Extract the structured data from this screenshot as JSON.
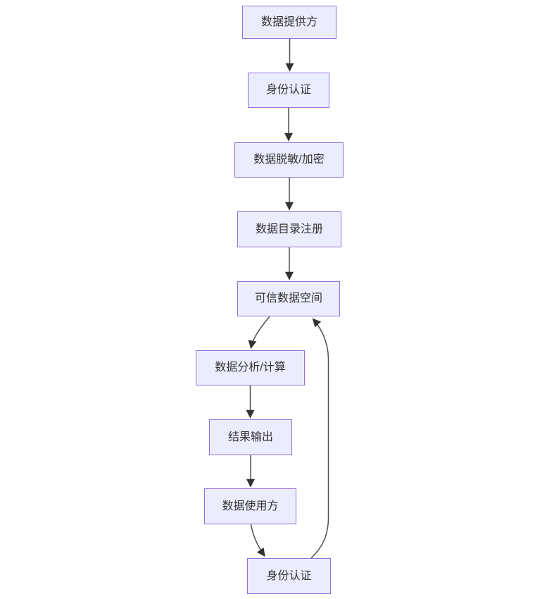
{
  "diagram": {
    "type": "flowchart",
    "direction": "top-down",
    "colors": {
      "background": "#ffffff",
      "node_fill": "#ECECFF",
      "node_border": "#9370DB",
      "edge_line": "#4d4d4d",
      "edge_arrow": "#333333",
      "text": "#333333"
    },
    "nodes": [
      {
        "id": "data-provider",
        "label": "数据提供方"
      },
      {
        "id": "identity-auth-top",
        "label": "身份认证"
      },
      {
        "id": "data-masking-encryption",
        "label": "数据脱敏/加密"
      },
      {
        "id": "data-catalog-registration",
        "label": "数据目录注册"
      },
      {
        "id": "trusted-data-space",
        "label": "可信数据空间"
      },
      {
        "id": "data-analysis-compute",
        "label": "数据分析/计算"
      },
      {
        "id": "result-output",
        "label": "结果输出"
      },
      {
        "id": "data-consumer",
        "label": "数据使用方"
      },
      {
        "id": "identity-auth-bottom",
        "label": "身份认证"
      }
    ],
    "edges": [
      {
        "from": "data-provider",
        "to": "identity-auth-top"
      },
      {
        "from": "identity-auth-top",
        "to": "data-masking-encryption"
      },
      {
        "from": "data-masking-encryption",
        "to": "data-catalog-registration"
      },
      {
        "from": "data-catalog-registration",
        "to": "trusted-data-space"
      },
      {
        "from": "trusted-data-space",
        "to": "data-analysis-compute"
      },
      {
        "from": "data-analysis-compute",
        "to": "result-output"
      },
      {
        "from": "result-output",
        "to": "data-consumer"
      },
      {
        "from": "data-consumer",
        "to": "identity-auth-bottom"
      },
      {
        "from": "identity-auth-bottom",
        "to": "trusted-data-space"
      }
    ]
  }
}
